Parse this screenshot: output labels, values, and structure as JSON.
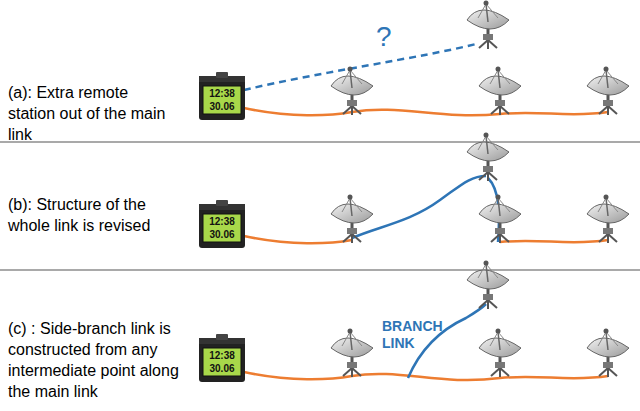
{
  "diagram": {
    "labels": [
      "(a): Extra remote station out of the main link",
      "12:38",
      "30.06",
      "?",
      "(b): Structure of the whole link is revised",
      "12:38",
      "30.06",
      "(c) : Side-branch link is constructed from any intermediate point along the main link",
      "12:38",
      "30.06",
      "BRANCH LINK"
    ]
  }
}
